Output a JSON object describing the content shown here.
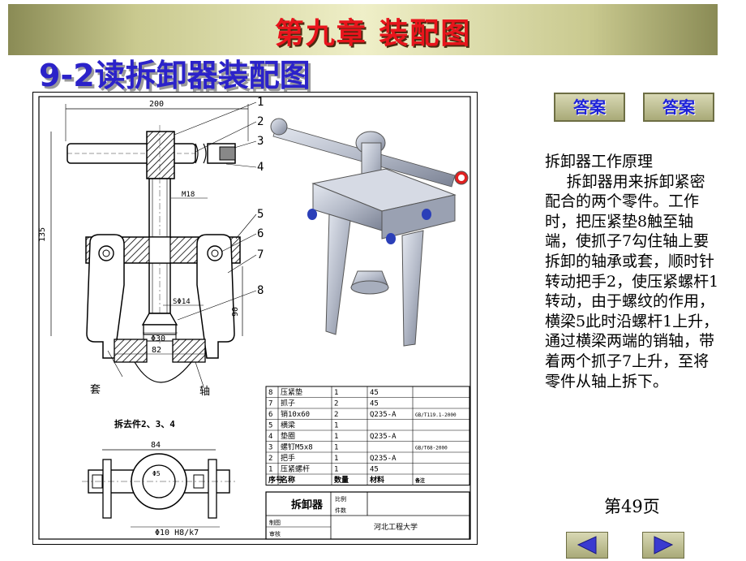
{
  "header": {
    "chapter_title": "第九章  装配图",
    "section_title": "9-2读拆卸器装配图"
  },
  "buttons": {
    "answer1": "答案",
    "answer2": "答案"
  },
  "description": {
    "title": "拆卸器工作原理",
    "body": "拆卸器用来拆卸紧密配合的两个零件。工作时，把压紧垫8触至轴端，使抓子7勾住轴上要拆卸的轴承或套，顺时针转动把手2，使压紧螺杆1转动，由于螺纹的作用，横梁5此时沿螺杆1上升，通过横梁两端的销轴，带着两个抓子7上升，至将零件从轴上拆下。"
  },
  "page_number": "第49页",
  "drawing": {
    "dimensions": {
      "width_200": "200",
      "height_135": "135",
      "thread": "M18",
      "sphere": "SΦ14",
      "height_90": "90",
      "dia_30": "Φ30",
      "width_82": "82",
      "width_84": "84",
      "fit": "Φ10 H8/k7",
      "inner": "Φ5"
    },
    "callouts": [
      "1",
      "2",
      "3",
      "4",
      "5",
      "6",
      "7",
      "8"
    ],
    "labels": {
      "sleeve": "套",
      "shaft": "轴",
      "view_note": "拆去件2、3、4"
    },
    "bom_rows": [
      {
        "no": "8",
        "name": "压紧垫",
        "qty": "1",
        "mat": "45",
        "note": ""
      },
      {
        "no": "7",
        "name": "抓子",
        "qty": "2",
        "mat": "45",
        "note": ""
      },
      {
        "no": "6",
        "name": "销10x60",
        "qty": "2",
        "mat": "Q235-A",
        "note": "GB/T119.1-2000"
      },
      {
        "no": "5",
        "name": "横梁",
        "qty": "1",
        "mat": "",
        "note": ""
      },
      {
        "no": "4",
        "name": "垫圈",
        "qty": "1",
        "mat": "Q235-A",
        "note": ""
      },
      {
        "no": "3",
        "name": "螺钉M5x8",
        "qty": "1",
        "mat": "",
        "note": "GB/T68-2000"
      },
      {
        "no": "2",
        "name": "把手",
        "qty": "1",
        "mat": "Q235-A",
        "note": ""
      },
      {
        "no": "1",
        "name": "压紧螺杆",
        "qty": "1",
        "mat": "45",
        "note": ""
      }
    ],
    "bom_header": [
      "序号",
      "名称",
      "数量",
      "材料",
      "备注"
    ],
    "title_block": {
      "name": "拆卸器",
      "scale_label": "比例",
      "qty_label": "件数",
      "drawn_label": "制图",
      "check_label": "审核",
      "school": "河北工程大学"
    }
  },
  "colors": {
    "title_red": "#e8141c",
    "subtitle_blue": "#2b22c9",
    "button_text": "#1e22d8"
  }
}
